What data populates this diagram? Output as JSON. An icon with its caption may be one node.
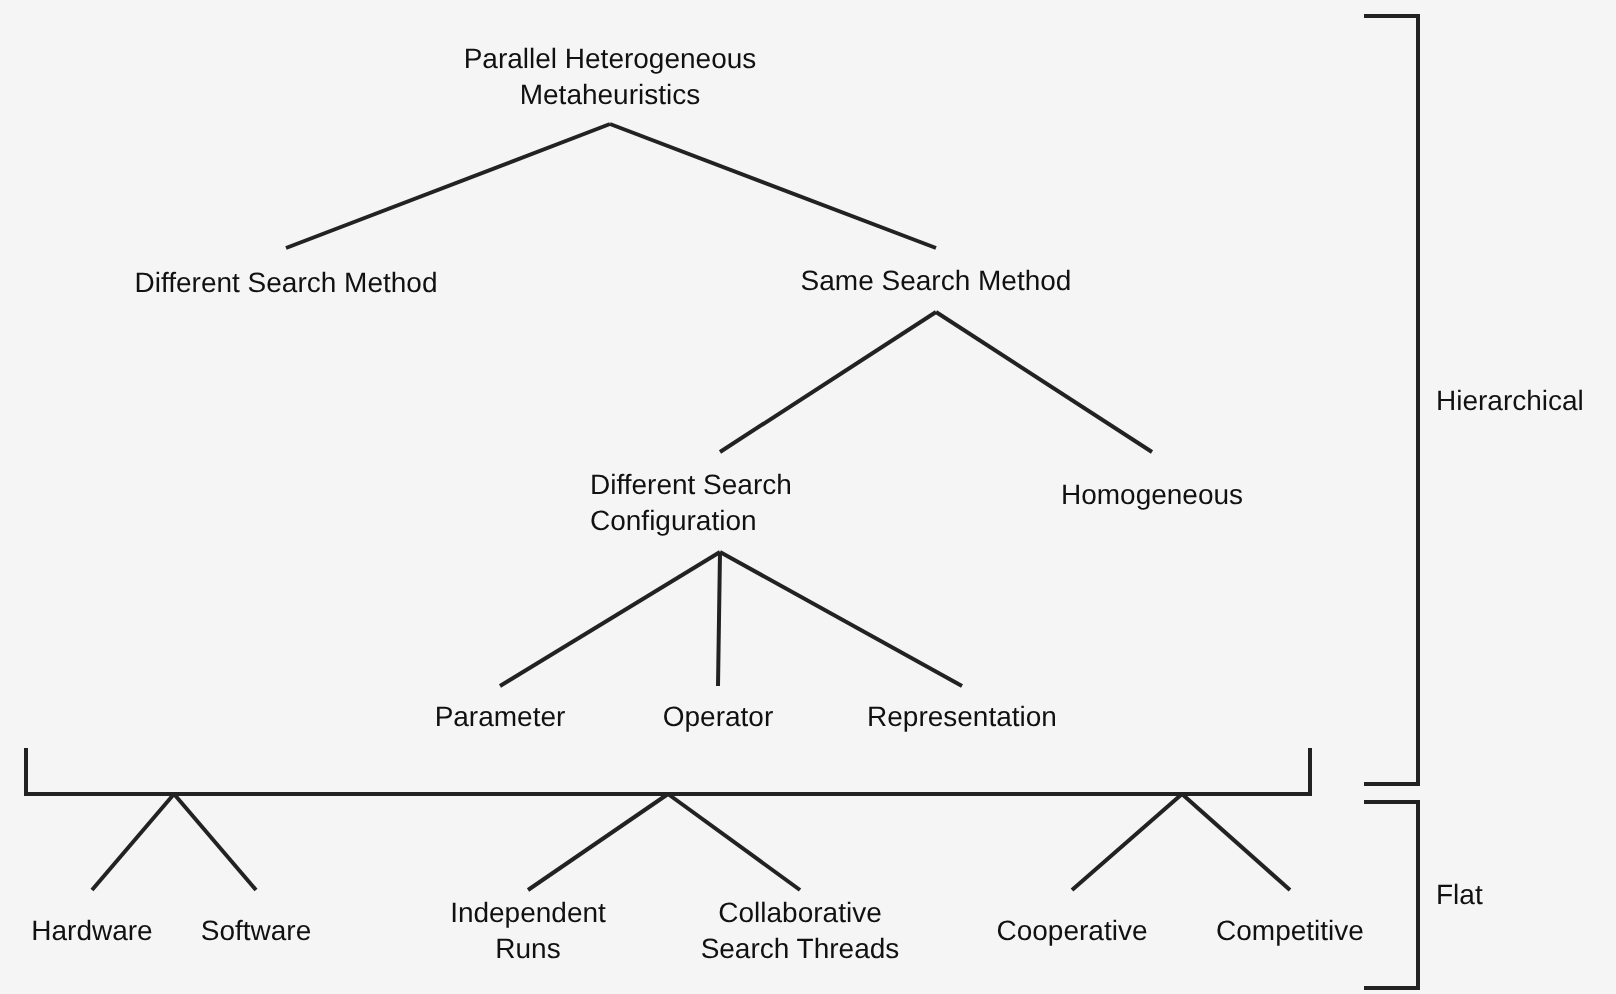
{
  "diagram": {
    "nodes": [
      {
        "text": [
          "Parallel Heterogeneous Metaheuristics"
        ]
      },
      {
        "text": [
          "Different Search Method"
        ]
      },
      {
        "text": [
          "Same Search Method"
        ]
      },
      {
        "text": [
          "Different Search Configuration"
        ]
      },
      {
        "text": [
          "Homogeneous"
        ]
      },
      {
        "text": [
          "Parameter"
        ]
      },
      {
        "text": [
          "Operator"
        ]
      },
      {
        "text": [
          "Representation"
        ]
      },
      {
        "text": [],
        "shape": "bar"
      },
      {
        "text": [
          "Hardware"
        ]
      },
      {
        "text": [
          "Software"
        ]
      },
      {
        "text": [
          "Independent Runs"
        ]
      },
      {
        "text": [
          "Collaborative Search Threads"
        ]
      },
      {
        "text": [
          "Cooperative"
        ]
      },
      {
        "text": [
          "Competitive"
        ]
      }
    ],
    "edges": [
      {
        "from": 0,
        "to": 1,
        "arrow": "none"
      },
      {
        "from": 0,
        "to": 2,
        "arrow": "none"
      },
      {
        "from": 2,
        "to": 3,
        "arrow": "none"
      },
      {
        "from": 2,
        "to": 4,
        "arrow": "none"
      },
      {
        "from": 3,
        "to": 5,
        "arrow": "none"
      },
      {
        "from": 3,
        "to": 6,
        "arrow": "none"
      },
      {
        "from": 3,
        "to": 7,
        "arrow": "none"
      },
      {
        "from": 8,
        "to": 9,
        "arrow": "none"
      },
      {
        "from": 8,
        "to": 10,
        "arrow": "none"
      },
      {
        "from": 8,
        "to": 11,
        "arrow": "none"
      },
      {
        "from": 8,
        "to": 12,
        "arrow": "none"
      },
      {
        "from": 8,
        "to": 13,
        "arrow": "none"
      },
      {
        "from": 8,
        "to": 14,
        "arrow": "none"
      }
    ],
    "labels": [
      "Hierarchical",
      "Flat"
    ]
  }
}
